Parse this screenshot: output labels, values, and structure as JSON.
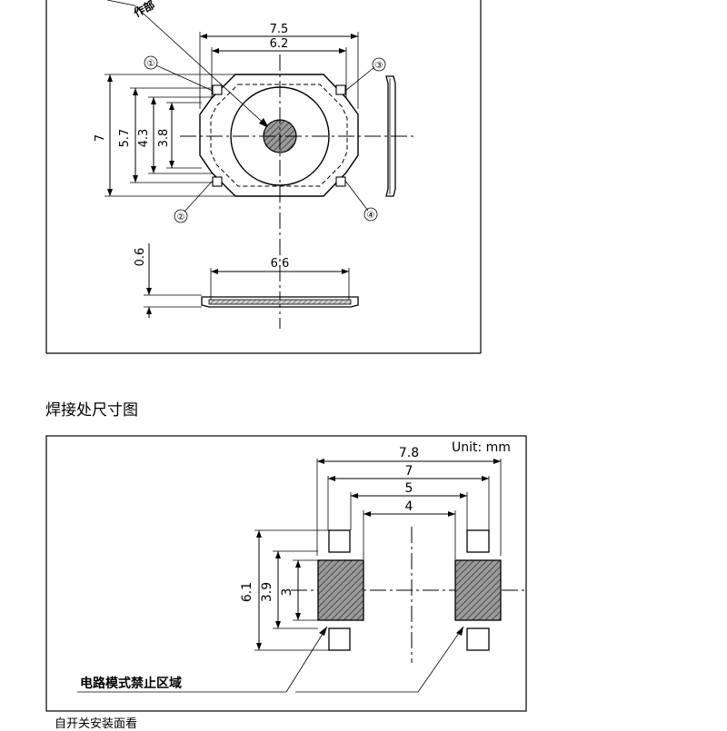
{
  "top_drawing": {
    "operation_label_fragment": "作部",
    "width_outer": "7.5",
    "width_inner": "6.2",
    "height_total": "7",
    "height_5": "5.7",
    "height_4": "4.3",
    "height_3": "3.8",
    "pin1": "①",
    "pin2": "②",
    "pin3": "③",
    "pin4": "④",
    "thickness": "0.6",
    "base_width": "6.6"
  },
  "section_title": "焊接处尺寸图",
  "pad_drawing": {
    "unit_label": "Unit: mm",
    "dim_78": "7.8",
    "dim_7": "7",
    "dim_5": "5",
    "dim_4": "4",
    "dim_61": "6.1",
    "dim_39": "3.9",
    "dim_3": "3",
    "keepout_label": "电路模式禁止区域"
  },
  "footer_note": "自开关安装面看"
}
